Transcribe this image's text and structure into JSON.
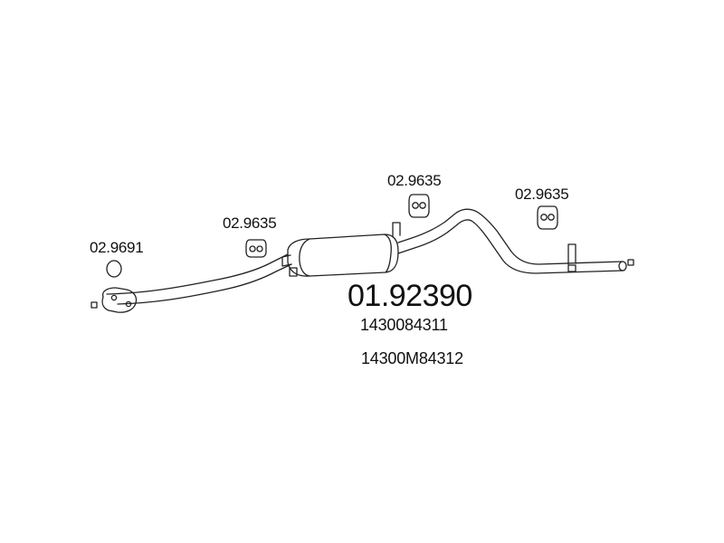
{
  "diagram": {
    "main_part_number": "01.92390",
    "oem_numbers": [
      "1430084311",
      "14300M84312"
    ],
    "parts": [
      {
        "code": "02.9691",
        "icon": "gasket-ring-icon"
      },
      {
        "code": "02.9635",
        "icon": "rubber-hanger-icon"
      },
      {
        "code": "02.9635",
        "icon": "rubber-hanger-icon"
      },
      {
        "code": "02.9635",
        "icon": "rubber-hanger-icon"
      }
    ],
    "colors": {
      "line": "#222222",
      "background": "#ffffff"
    }
  }
}
